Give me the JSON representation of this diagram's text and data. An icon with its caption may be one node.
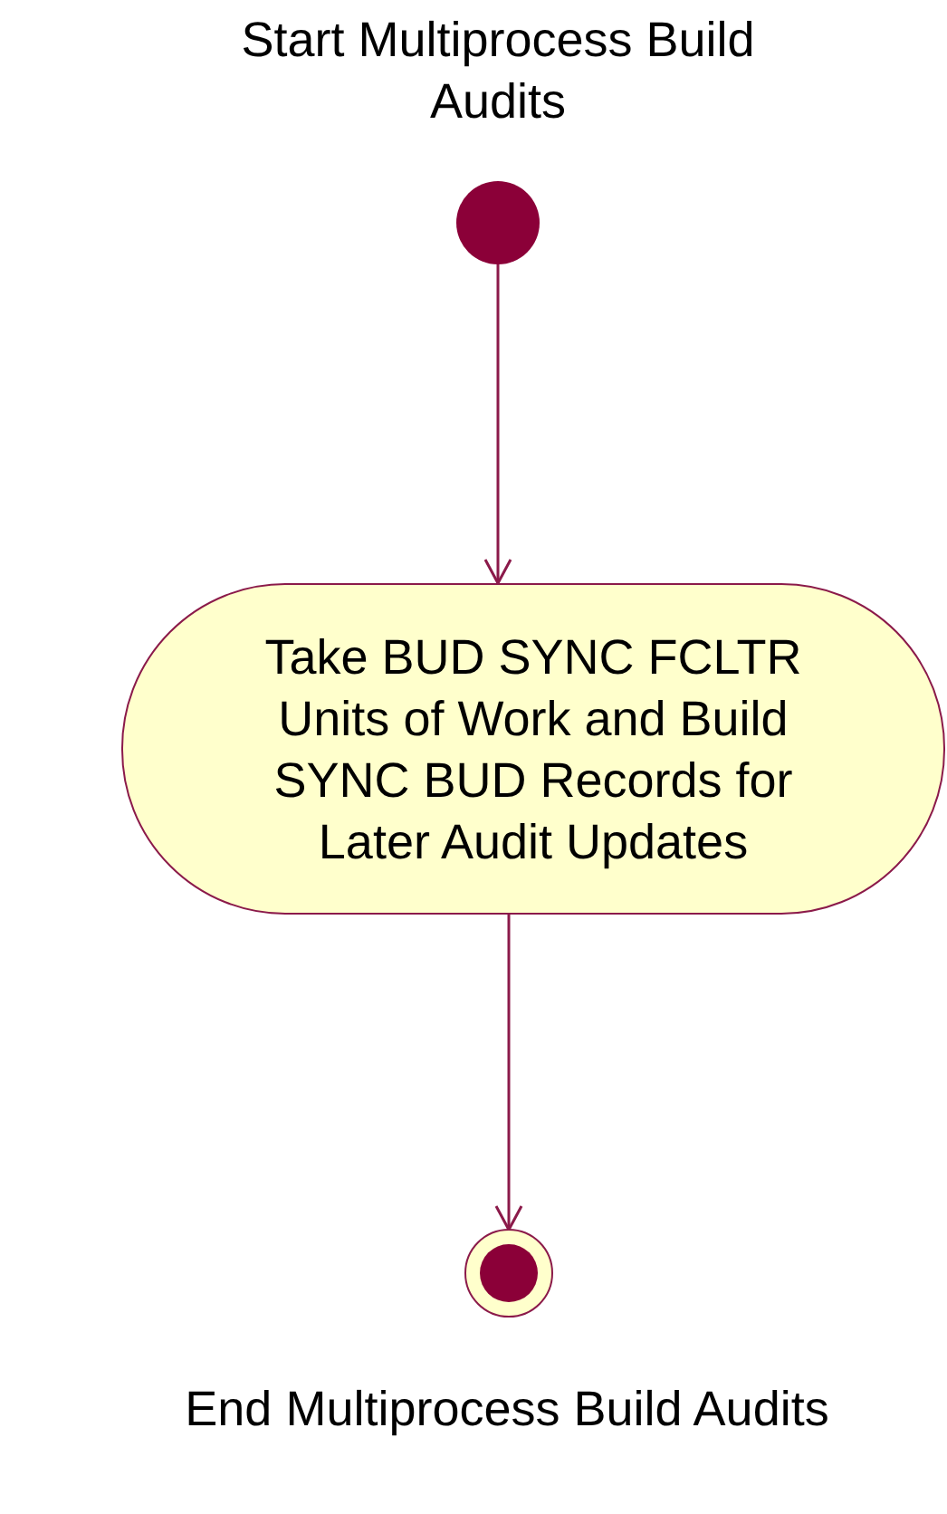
{
  "diagram": {
    "nodes": [
      {
        "text": [
          "Start Multiprocess Build Audits"
        ]
      },
      {
        "text": [
          "Take BUD SYNC FCLTR Units of Work and Build SYNC BUD Records for Later Audit Updates"
        ]
      },
      {
        "text": [
          "End Multiprocess Build Audits"
        ]
      }
    ],
    "edges": [
      {
        "from": 0,
        "to": 1,
        "arrow": "to"
      },
      {
        "from": 1,
        "to": 2,
        "arrow": "to"
      }
    ]
  }
}
